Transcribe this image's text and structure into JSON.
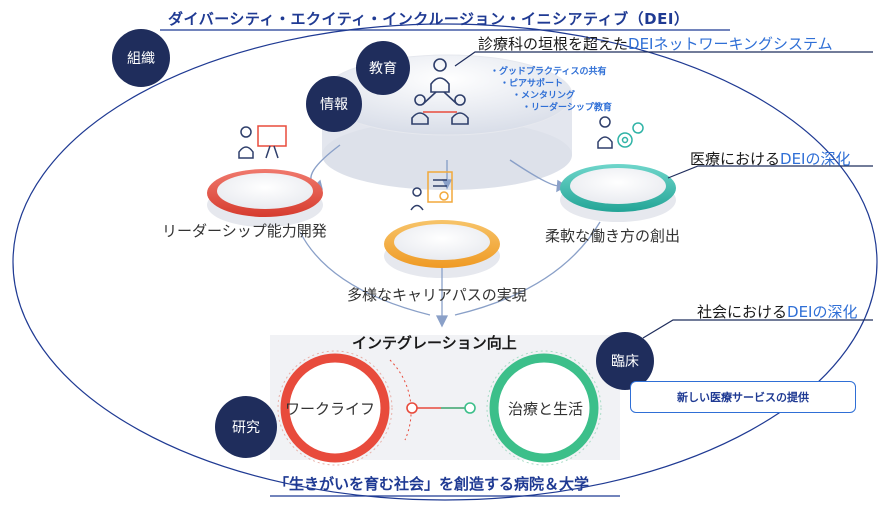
{
  "banner": "ダイバーシティ・エクイティ・インクルージョン・イニシアティブ（DEI）",
  "heading_top": {
    "prefix": "診療科の垣根を超えた",
    "highlight": "DEIネットワーキングシステム"
  },
  "network_items": [
    "・グッドプラクティスの共有",
    "・ピアサポート",
    "・メンタリング",
    "・リーダーシップ教育"
  ],
  "heading_medical": {
    "prefix": "医療における",
    "highlight": "DEIの深化"
  },
  "heading_society": {
    "prefix": "社会における",
    "highlight": "DEIの深化"
  },
  "circle_labels": {
    "organization": "組織",
    "education": "教育",
    "information": "情報",
    "clinical": "臨床",
    "research": "研究"
  },
  "pillars": {
    "leadership": "リーダーシップ能力開発",
    "flexible": "柔軟な働き方の創出",
    "career": "多様なキャリアパスの実現"
  },
  "integration": "インテグレーション向上",
  "rings": {
    "left": "ワークライフ",
    "right": "治療と生活"
  },
  "service_box": "新しい医療サービスの提供",
  "footer": "「生きがいを育む社会」を創造する病院＆大学",
  "colors": {
    "navy": "#1f2d5c",
    "accent_blue": "#2f6fd6",
    "red": "#e84b3c",
    "orange": "#f2a93b",
    "teal": "#2fb3a6",
    "green": "#3cbf8a"
  }
}
